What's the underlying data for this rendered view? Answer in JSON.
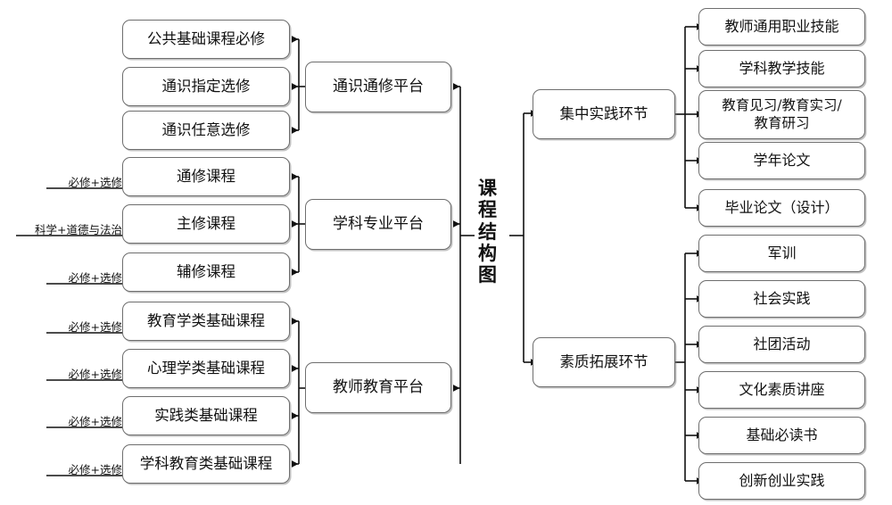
{
  "title": "课程结构图",
  "center": {
    "title_chars": [
      "课",
      "程",
      "结",
      "构",
      "图"
    ]
  },
  "colors": {
    "box_border": "#6e6e6e",
    "line": "#1a1a1a",
    "text": "#111111",
    "background": "#ffffff"
  },
  "left": {
    "platforms": [
      {
        "label": "通识通修平台"
      },
      {
        "label": "学科专业平台"
      },
      {
        "label": "教师教育平台"
      }
    ],
    "courses": [
      {
        "label": "公共基础课程必修",
        "edge_label": "",
        "platform": "通识通修平台"
      },
      {
        "label": "通识指定选修",
        "edge_label": "",
        "platform": "通识通修平台"
      },
      {
        "label": "通识任意选修",
        "edge_label": "",
        "platform": "通识通修平台"
      },
      {
        "label": "通修课程",
        "edge_label": "必修+选修",
        "platform": "学科专业平台"
      },
      {
        "label": "主修课程",
        "edge_label": "科学+道德与法治",
        "platform": "学科专业平台"
      },
      {
        "label": "辅修课程",
        "edge_label": "必修+选修",
        "platform": "学科专业平台"
      },
      {
        "label": "教育学类基础课程",
        "edge_label": "必修+选修",
        "platform": "教师教育平台"
      },
      {
        "label": "心理学类基础课程",
        "edge_label": "必修+选修",
        "platform": "教师教育平台"
      },
      {
        "label": "实践类基础课程",
        "edge_label": "必修+选修",
        "platform": "教师教育平台"
      },
      {
        "label": "学科教育类基础课程",
        "edge_label": "必修+选修",
        "platform": "教师教育平台"
      }
    ]
  },
  "right": {
    "phases": [
      {
        "label": "集中实践环节"
      },
      {
        "label": "素质拓展环节"
      }
    ],
    "practice_items": [
      {
        "label": "教师通用职业技能"
      },
      {
        "label": "学科教学技能"
      },
      {
        "label": "教育见习/教育实习/\n教育研习"
      },
      {
        "label": "学年论文"
      },
      {
        "label": "毕业论文（设计）"
      }
    ],
    "quality_items": [
      {
        "label": "军训"
      },
      {
        "label": "社会实践"
      },
      {
        "label": "社团活动"
      },
      {
        "label": "文化素质讲座"
      },
      {
        "label": "基础必读书"
      },
      {
        "label": "创新创业实践"
      }
    ]
  }
}
